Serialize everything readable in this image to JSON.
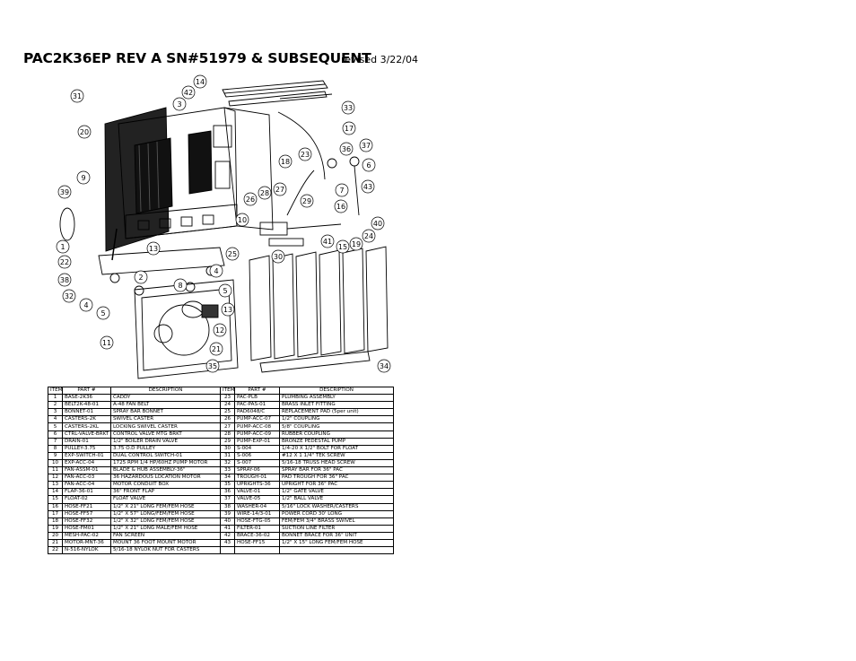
{
  "header": {
    "title": "PAC2K36EP REV A  SN#51979 & SUBSEQUENT",
    "revised": "revised 3/22/04"
  },
  "diagram": {
    "callouts": [
      "31",
      "42",
      "14",
      "3",
      "33",
      "20",
      "17",
      "23",
      "36",
      "37",
      "18",
      "6",
      "9",
      "26",
      "28",
      "27",
      "7",
      "43",
      "39",
      "29",
      "16",
      "10",
      "40",
      "24",
      "41",
      "15",
      "19",
      "1",
      "13",
      "25",
      "30",
      "22",
      "2",
      "4",
      "38",
      "8",
      "5",
      "32",
      "13",
      "4",
      "5",
      "12",
      "11",
      "21",
      "35",
      "34"
    ]
  },
  "table": {
    "headers": [
      "ITEM#",
      "PART #",
      "DESCRIPTION",
      "ITEM#",
      "PART #",
      "DESCRIPTION"
    ],
    "rows": [
      [
        "1",
        "BASE-2K36",
        "CADDY",
        "23",
        "PAC-PLB",
        "PLUMBING ASSEMBLY"
      ],
      [
        "2",
        "BELT2K-48-01",
        "A-48 FAN BELT",
        "24",
        "PAC-PAS-01",
        "BRASS INLET FITTING"
      ],
      [
        "3",
        "BONNET-01",
        "SPRAY BAR BONNET",
        "25",
        "PAD6048/C",
        "REPLACEMENT PAD (5per unit)"
      ],
      [
        "4",
        "CASTERS-2K",
        "SWIVEL CASTER",
        "26",
        "PUMP-ACC-07",
        "1/2\" COUPLING"
      ],
      [
        "5",
        "CASTERS-2KL",
        "LOCKING SWIVEL CASTER",
        "27",
        "PUMP-ACC-08",
        "5/8\" COUPLING"
      ],
      [
        "6",
        "CTRL-VALVE-BRKT",
        "CONTROL VALVE MTG BRKT",
        "28",
        "PUMP-ACC-09",
        "RUBBER COUPLING"
      ],
      [
        "7",
        "DRAIN-01",
        "1/2\" BOILER DRAIN VALVE",
        "29",
        "PUMP-EXP-01",
        "BRONZE PEDESTAL PUMP"
      ],
      [
        "8",
        "PULLEY-3.75",
        "3.75 O.D PULLEY",
        "30",
        "S-004",
        "1/4-20 X 1/2\" BOLT FOR FLOAT"
      ],
      [
        "9",
        "EXP-SWITCH-01",
        "DUAL CONTROL SWITCH-01",
        "31",
        "S-006",
        "#12 X 1 1/4\" TEK SCREW"
      ],
      [
        "10",
        "EXP-ACC-04",
        "1725 RPM 1/4 HP/60HZ PUMP MOTOR",
        "32",
        "S-007",
        "5/16-18 TRUSS HEAD SCREW"
      ],
      [
        "11",
        "FAN-ASSM-01",
        "BLADE & HUB ASSEMBLY-36\"",
        "33",
        "SPRAY-06",
        "SPRAY BAR FOR 36\" PAC"
      ],
      [
        "12",
        "FAN-ACC-03",
        "36 HAZARDOUS LOCATION MOTOR",
        "34",
        "TROUGH-01",
        "PAD TROUGH FOR 36\" PAC"
      ],
      [
        "13",
        "FAN-ACC-04",
        "MOTOR CONDUIT BOX",
        "35",
        "UPRIGHTS-36",
        "UPRIGHT FOR 36\" PAC"
      ],
      [
        "14",
        "FLAP-36-01",
        "36\" FRONT FLAP",
        "36",
        "VALVE-01",
        "1/2\" GATE VALVE"
      ],
      [
        "15",
        "FLOAT-02",
        "FLOAT VALVE",
        "37",
        "VALVE-05",
        "1/2\" BALL VALVE"
      ],
      [
        "16",
        "HOSE-FF21",
        "1/2\" X 21\" LONG FEM/FEM HOSE",
        "38",
        "WASHER-04",
        "5/16\" LOCK WASHER/CASTERS"
      ],
      [
        "17",
        "HOSE-FF57",
        "1/2\" X 57\" LONG/FEM/FEM HOSE",
        "39",
        "WIRE-14/3-01",
        "POWER CORD 30' LONG"
      ],
      [
        "18",
        "HOSE-FF32",
        "1/2\" X 32\" LONG FEM/FEM HOSE",
        "40",
        "HOSE-FTG-05",
        "FEM/FEM 3/4\" BRASS SWIVEL"
      ],
      [
        "19",
        "HOSE-FM01",
        "1/2\" X 21\" LONG MALE/FEM HOSE",
        "41",
        "FILTER-01",
        "SUCTION LINE FILTER"
      ],
      [
        "20",
        "MESH-PAC-02",
        "FAN SCREEN",
        "42",
        "BRACE-36-02",
        "BONNET BRACE FOR 36\" UNIT"
      ],
      [
        "21",
        "MOTOR-MNT-36",
        "MOUNT 36 FOOT MOUNT MOTOR",
        "43",
        "HOSE-FF15",
        "1/2\" X 15\" LONG FEM/FEM HOSE"
      ],
      [
        "22",
        "N-516-NYLOK",
        "5/16-18 NYLOK NUT FOR CASTERS",
        "",
        "",
        ""
      ]
    ]
  }
}
